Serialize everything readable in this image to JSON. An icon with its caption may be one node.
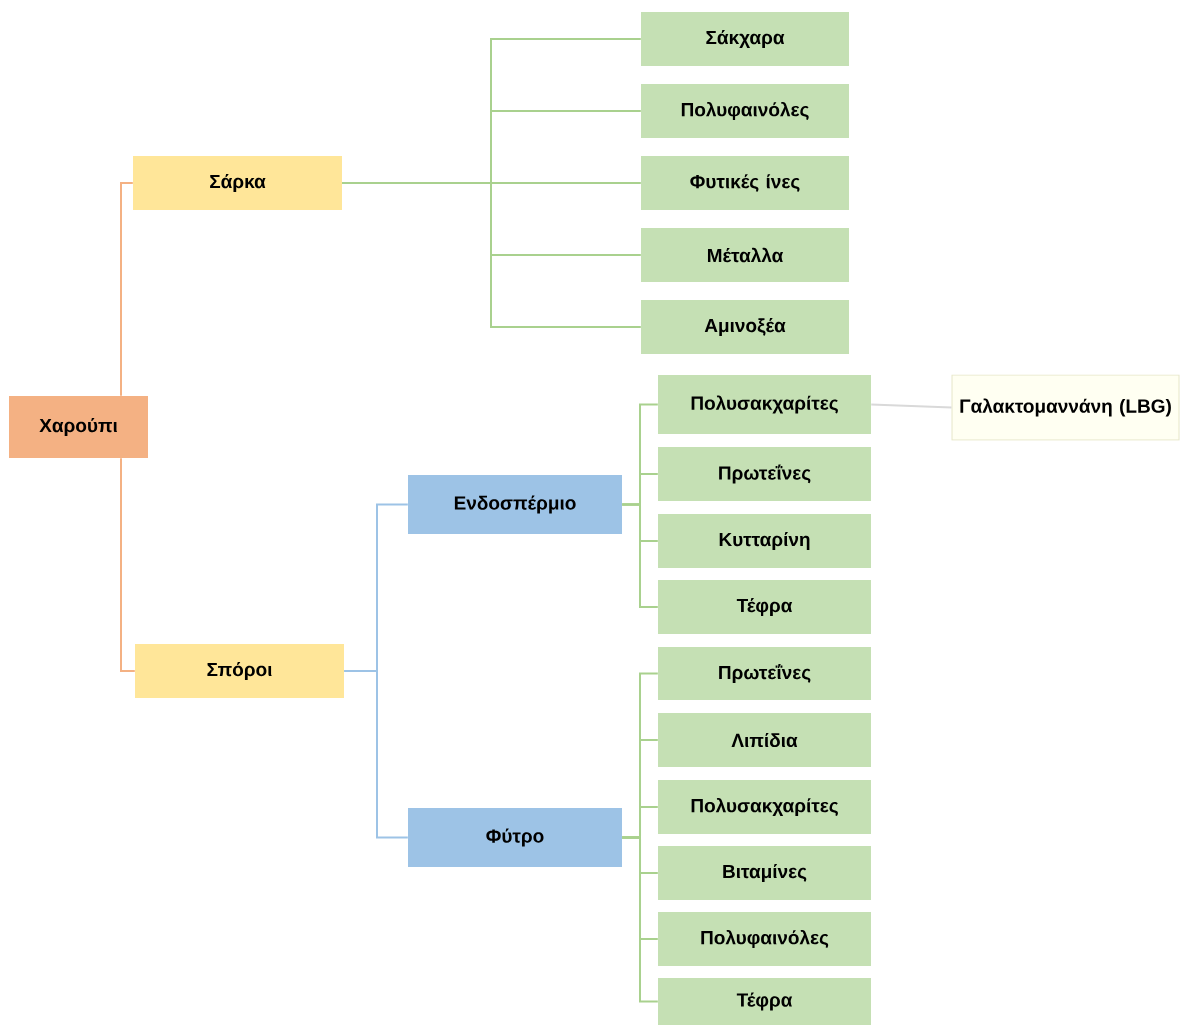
{
  "diagram": {
    "nodes": [
      {
        "text": [
          "Χαρούπι"
        ]
      },
      {
        "text": [
          "Σάρκα"
        ]
      },
      {
        "text": [
          "Σπόροι"
        ]
      },
      {
        "text": [
          "Σάκχαρα"
        ]
      },
      {
        "text": [
          "Πολυφαινόλες"
        ]
      },
      {
        "text": [
          "Φυτικές ίνες"
        ]
      },
      {
        "text": [
          "Μέταλλα"
        ]
      },
      {
        "text": [
          "Αμινοξέα"
        ]
      },
      {
        "text": [
          "Ενδοσπέρμιο"
        ]
      },
      {
        "text": [
          "Φύτρο"
        ]
      },
      {
        "text": [
          "Πολυσακχαρίτες"
        ]
      },
      {
        "text": [
          "Γαλακτομαννάνη (LBG)"
        ]
      },
      {
        "text": [
          "Πρωτεΐνες"
        ]
      },
      {
        "text": [
          "Κυτταρίνη"
        ]
      },
      {
        "text": [
          "Τέφρα"
        ]
      },
      {
        "text": [
          "Πρωτεΐνες"
        ]
      },
      {
        "text": [
          "Λιπίδια"
        ]
      },
      {
        "text": [
          "Πολυσακχαρίτες"
        ]
      },
      {
        "text": [
          "Βιταμίνες"
        ]
      },
      {
        "text": [
          "Πολυφαινόλες"
        ]
      },
      {
        "text": [
          "Τέφρα"
        ]
      }
    ],
    "edges": [
      {
        "from": 0,
        "to": 1,
        "arrow": "none",
        "color": "#f4b183"
      },
      {
        "from": 0,
        "to": 2,
        "arrow": "none",
        "color": "#f4b183"
      },
      {
        "from": 1,
        "to": 3,
        "arrow": "none"
      },
      {
        "from": 1,
        "to": 4,
        "arrow": "none"
      },
      {
        "from": 1,
        "to": 5,
        "arrow": "none"
      },
      {
        "from": 1,
        "to": 6,
        "arrow": "none"
      },
      {
        "from": 1,
        "to": 7,
        "arrow": "none"
      },
      {
        "from": 2,
        "to": 8,
        "arrow": "none",
        "color": "#9dc3e6"
      },
      {
        "from": 2,
        "to": 9,
        "arrow": "none",
        "color": "#9dc3e6"
      },
      {
        "from": 8,
        "to": 10,
        "arrow": "none"
      },
      {
        "from": 8,
        "to": 12,
        "arrow": "none"
      },
      {
        "from": 8,
        "to": 13,
        "arrow": "none"
      },
      {
        "from": 8,
        "to": 14,
        "arrow": "none"
      },
      {
        "from": 10,
        "to": 11,
        "arrow": "none",
        "color": "#d9d9d9"
      },
      {
        "from": 9,
        "to": 15,
        "arrow": "none"
      },
      {
        "from": 9,
        "to": 16,
        "arrow": "none"
      },
      {
        "from": 9,
        "to": 17,
        "arrow": "none"
      },
      {
        "from": 9,
        "to": 18,
        "arrow": "none"
      },
      {
        "from": 9,
        "to": 19,
        "arrow": "none"
      },
      {
        "from": 9,
        "to": 20,
        "arrow": "none"
      }
    ]
  }
}
